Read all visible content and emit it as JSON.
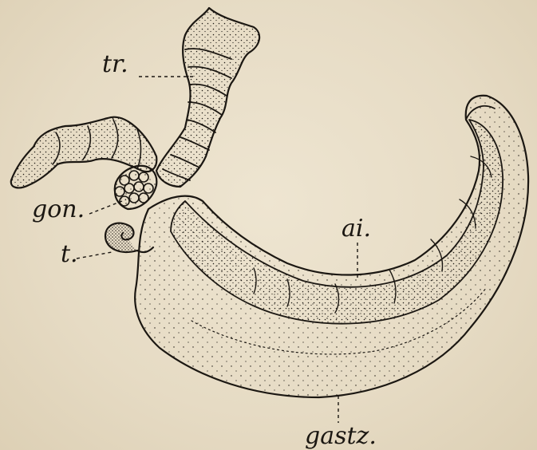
{
  "figure": {
    "labels": {
      "tr": "tr.",
      "gon": "gon.",
      "t": "t.",
      "ai": "ai.",
      "gastz": "gastz."
    }
  },
  "colors": {
    "paper": "#e6dbc4",
    "ink": "#1b1712"
  }
}
